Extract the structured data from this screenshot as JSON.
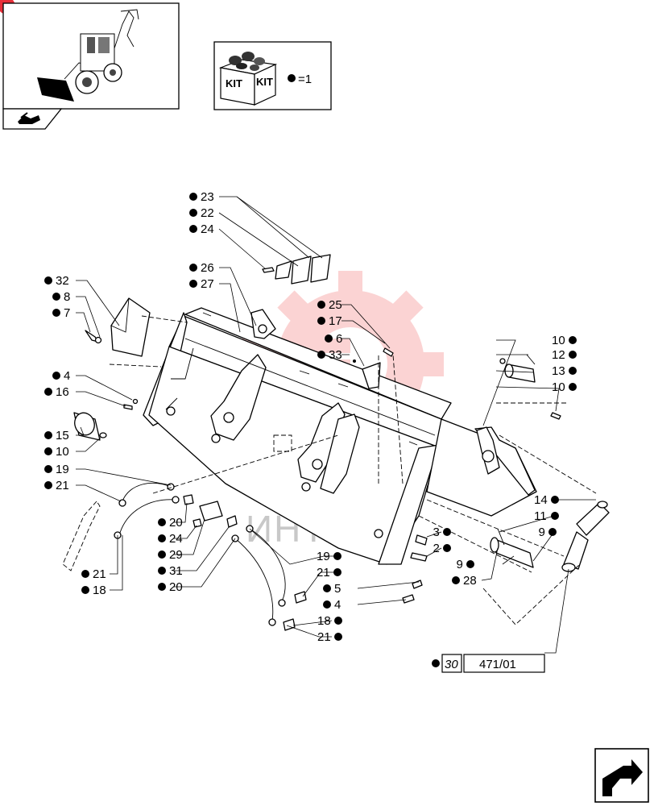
{
  "kit": {
    "icon_text_1": "KIT",
    "icon_text_2": "KIT",
    "legend": "=1"
  },
  "reference": {
    "number": "30",
    "page": "471/01"
  },
  "watermark": "ИНТЕХ",
  "colors": {
    "watermark_red": "#ee3b3b",
    "corner_red": "#e8303a",
    "line": "#000000"
  },
  "icons": {
    "thumbnail": "backhoe-loader-thumbnail",
    "tab": "hand-pointer-icon",
    "kit": "kit-box-icon",
    "nav": "next-page-arrow-icon"
  },
  "callouts": [
    {
      "label": "23"
    },
    {
      "label": "22"
    },
    {
      "label": "24"
    },
    {
      "label": "26"
    },
    {
      "label": "27"
    },
    {
      "label": "32"
    },
    {
      "label": "8"
    },
    {
      "label": "7"
    },
    {
      "label": "25"
    },
    {
      "label": "17"
    },
    {
      "label": "6"
    },
    {
      "label": "33"
    },
    {
      "label": "4"
    },
    {
      "label": "16"
    },
    {
      "label": "15"
    },
    {
      "label": "10"
    },
    {
      "label": "19"
    },
    {
      "label": "21"
    },
    {
      "label": "20"
    },
    {
      "label": "24"
    },
    {
      "label": "29"
    },
    {
      "label": "31"
    },
    {
      "label": "20"
    },
    {
      "label": "21"
    },
    {
      "label": "18"
    },
    {
      "label": "10"
    },
    {
      "label": "12"
    },
    {
      "label": "13"
    },
    {
      "label": "10"
    },
    {
      "label": "14"
    },
    {
      "label": "11"
    },
    {
      "label": "9"
    },
    {
      "label": "3"
    },
    {
      "label": "2"
    },
    {
      "label": "9"
    },
    {
      "label": "28"
    },
    {
      "label": "19"
    },
    {
      "label": "21"
    },
    {
      "label": "5"
    },
    {
      "label": "4"
    },
    {
      "label": "18"
    },
    {
      "label": "21"
    }
  ]
}
